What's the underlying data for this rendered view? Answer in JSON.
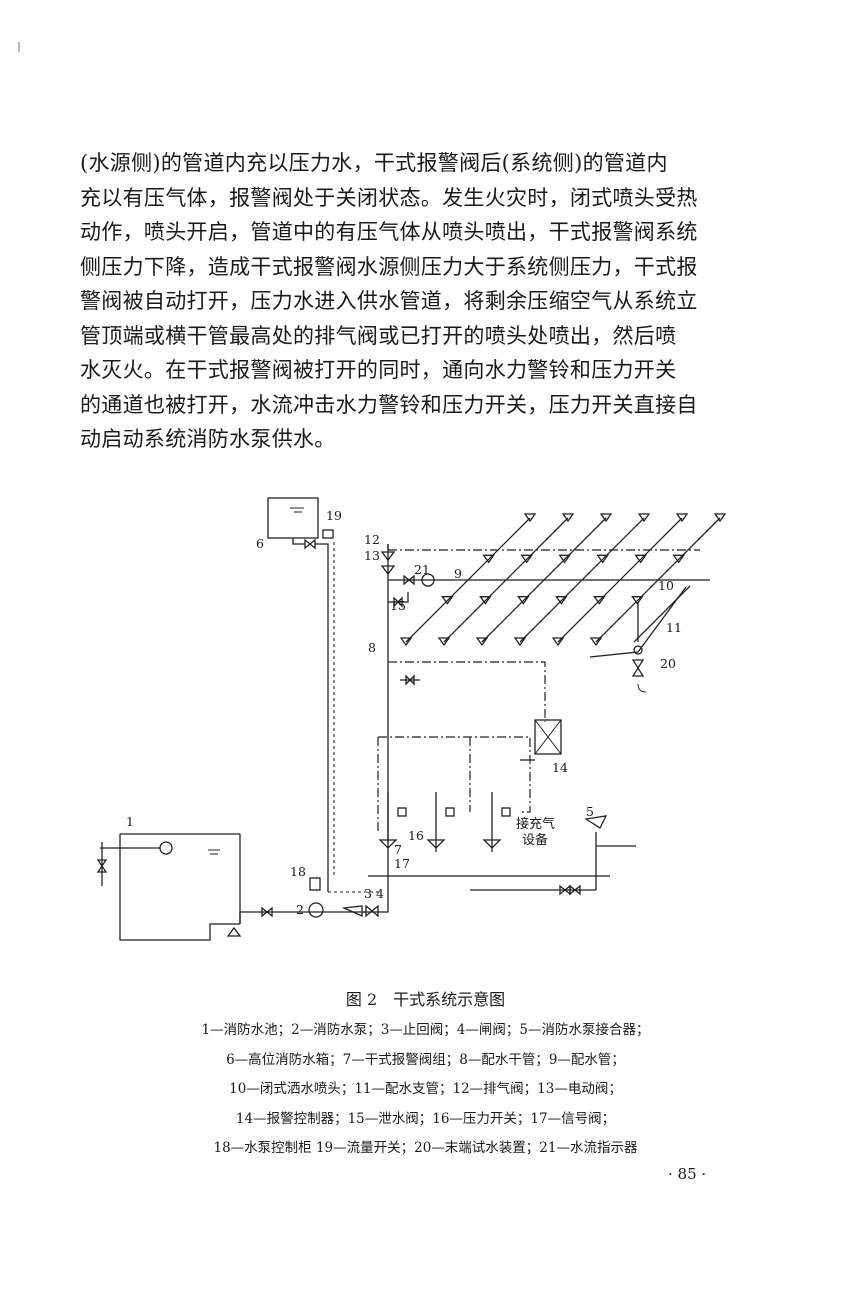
{
  "body_lines": [
    "(水源侧)的管道内充以压力水，干式报警阀后(系统侧)的管道内",
    "充以有压气体，报警阀处于关闭状态。发生火灾时，闭式喷头受热",
    "动作，喷头开启，管道中的有压气体从喷头喷出，干式报警阀系统",
    "侧压力下降，造成干式报警阀水源侧压力大于系统侧压力，干式报",
    "警阀被自动打开，压力水进入供水管道，将剩余压缩空气从系统立",
    "管顶端或横干管最高处的排气阀或已打开的喷头处喷出，然后喷",
    "水灭火。在干式报警阀被打开的同时，通向水力警铃和压力开关",
    "的通道也被打开，水流冲击水力警铃和压力开关，压力开关直接自",
    "动启动系统消防水泵供水。"
  ],
  "figure": {
    "labels": {
      "n1": "1",
      "n2": "2",
      "n3": "3",
      "n4": "4",
      "n5": "5",
      "n6": "6",
      "n7": "7",
      "n8": "8",
      "n9": "9",
      "n10": "10",
      "n11": "11",
      "n12": "12",
      "n13": "13",
      "n14": "14",
      "n15": "15",
      "n16": "16",
      "n17": "17",
      "n18": "18",
      "n19": "19",
      "n20": "20",
      "n21": "21"
    },
    "air_label_1": "接充气",
    "air_label_2": "设备"
  },
  "caption": {
    "title": "图 2　干式系统示意图",
    "legend_lines": [
      "1—消防水池；2—消防水泵；3—止回阀；4—闸阀；5—消防水泵接合器；",
      "6—高位消防水箱；7—干式报警阀组；8—配水干管；9—配水管；",
      "10—闭式洒水喷头；11—配水支管；12—排气阀；13—电动阀；",
      "14—报警控制器；15—泄水阀；16—压力开关；17—信号阀；",
      "18—水泵控制柜 19—流量开关；20—末端试水装置；21—水流指示器"
    ]
  },
  "page_number": "· 85 ·"
}
